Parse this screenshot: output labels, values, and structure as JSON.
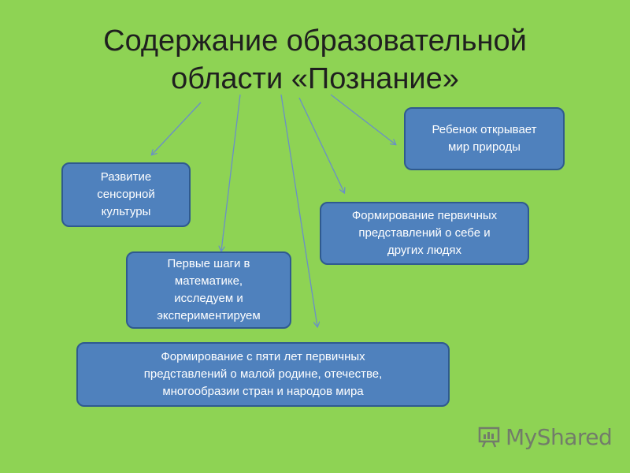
{
  "slide": {
    "title_line1": "Содержание образовательной",
    "title_line2": "области «Познание»"
  },
  "boxes": {
    "sensory": {
      "line1": "Развитие",
      "line2": "сенсорной",
      "line3": "культуры"
    },
    "math": {
      "line1": "Первые шаги в",
      "line2": "математике,",
      "line3": "исследуем и",
      "line4": "экспериментируем"
    },
    "homeland": {
      "line1": "Формирование с пяти лет первичных",
      "line2": "представлений о малой родине, отечестве,",
      "line3": "многообразии стран и народов мира"
    },
    "self": {
      "line1": "Формирование первичных",
      "line2": "представлений о себе и",
      "line3": "других людях"
    },
    "nature": {
      "line1": "Ребенок открывает",
      "line2": "мир природы"
    }
  },
  "watermark": {
    "text": "MyShared",
    "icon": "presentation-board-icon"
  },
  "colors": {
    "background": "#8ed354",
    "box_fill": "#4f81bd",
    "box_border": "#2f5a8f",
    "arrow": "#6a8fc7"
  }
}
